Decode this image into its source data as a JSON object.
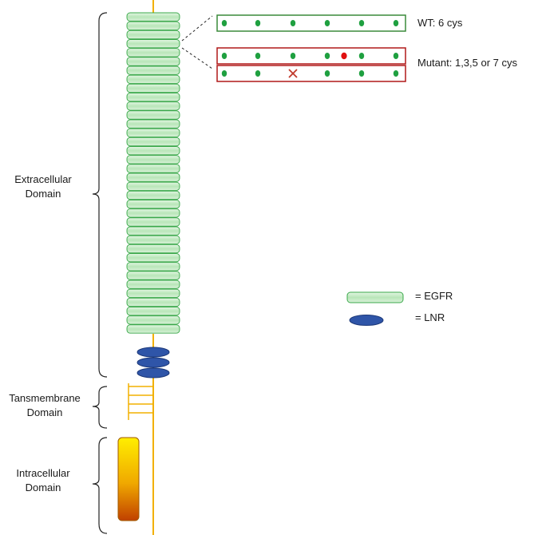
{
  "domains": {
    "extracellular": "Extracellular\nDomain",
    "transmembrane": "Tansmembrane\nDomain",
    "intracellular": "Intracellular\nDomain"
  },
  "callouts": {
    "wt": "WT: 6 cys",
    "mutant": "Mutant: 1,3,5 or 7 cys"
  },
  "legend": {
    "egfr": "= EGFR",
    "lnr": "= LNR"
  },
  "colors": {
    "egfr_fill": "#c7ecc7",
    "egfr_stroke": "#3aa84a",
    "lnr_fill": "#2f55a8",
    "stalk": "#f2b000",
    "wt_box": "#3a8a3a",
    "mutant_box": "#b01818",
    "cys_dot": "#1fa040",
    "extra_cys_dot": "#e01010",
    "missing_cys": "#c0392b"
  }
}
